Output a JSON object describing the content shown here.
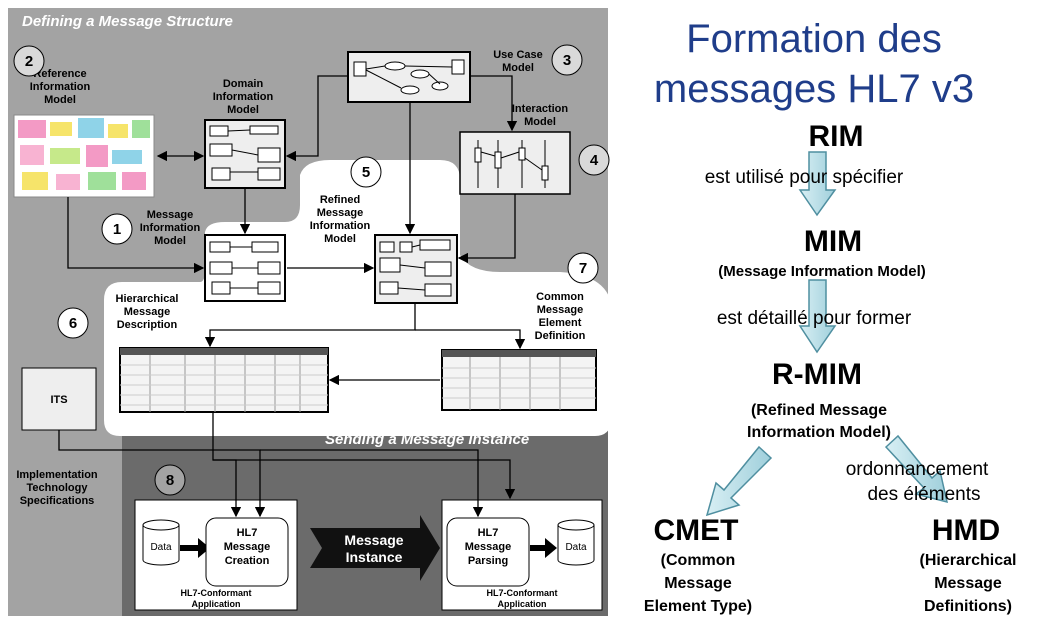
{
  "left_diagram": {
    "section_define": "Defining a Message Structure",
    "section_send": "Sending a Message Instance",
    "circles": {
      "c1": "1",
      "c2": "2",
      "c3": "3",
      "c4": "4",
      "c5": "5",
      "c6": "6",
      "c7": "7",
      "c8": "8"
    },
    "labels": {
      "rim": [
        "Reference",
        "Information",
        "Model"
      ],
      "dim": [
        "Domain",
        "Information",
        "Model"
      ],
      "use_case": [
        "Use Case",
        "Model"
      ],
      "interaction": [
        "Interaction",
        "Model"
      ],
      "msg_info": [
        "Message",
        "Information",
        "Model"
      ],
      "refined": [
        "Refined",
        "Message",
        "Information",
        "Model"
      ],
      "hmd": [
        "Hierarchical",
        "Message",
        "Description"
      ],
      "cmet": [
        "Common",
        "Message",
        "Element",
        "Definition"
      ],
      "its_box": "ITS",
      "its_desc": [
        "Implementation",
        "Technology",
        "Specifications"
      ],
      "data": "Data",
      "creation": [
        "HL7",
        "Message",
        "Creation"
      ],
      "parsing": [
        "HL7",
        "Message",
        "Parsing"
      ],
      "instance": [
        "Message",
        "Instance"
      ],
      "app": [
        "HL7-Conformant",
        "Application"
      ]
    }
  },
  "right_panel": {
    "title": [
      "Formation des",
      "messages HL7 v3"
    ],
    "rim": "RIM",
    "step1": "est utilisé pour spécifier",
    "mim": "MIM",
    "mim_full": "(Message Information Model)",
    "step2": "est détaillé pour former",
    "rmim": "R-MIM",
    "rmim_full": [
      "(Refined Message",
      "Information Model)"
    ],
    "order": [
      "ordonnancement",
      "des éléments"
    ],
    "cmet": "CMET",
    "cmet_full": [
      "(Common",
      "Message",
      "Element Type)"
    ],
    "hmd": "HMD",
    "hmd_full": [
      "(Hierarchical",
      "Message",
      "Definitions)"
    ]
  },
  "colors": {
    "title_blue": "#1f3d8a",
    "arrow_fill": "#b5dde6",
    "arrow_stroke": "#4f8fa0",
    "panel_gray": "#a3a3a3",
    "dark_gray": "#6b6b6b"
  }
}
